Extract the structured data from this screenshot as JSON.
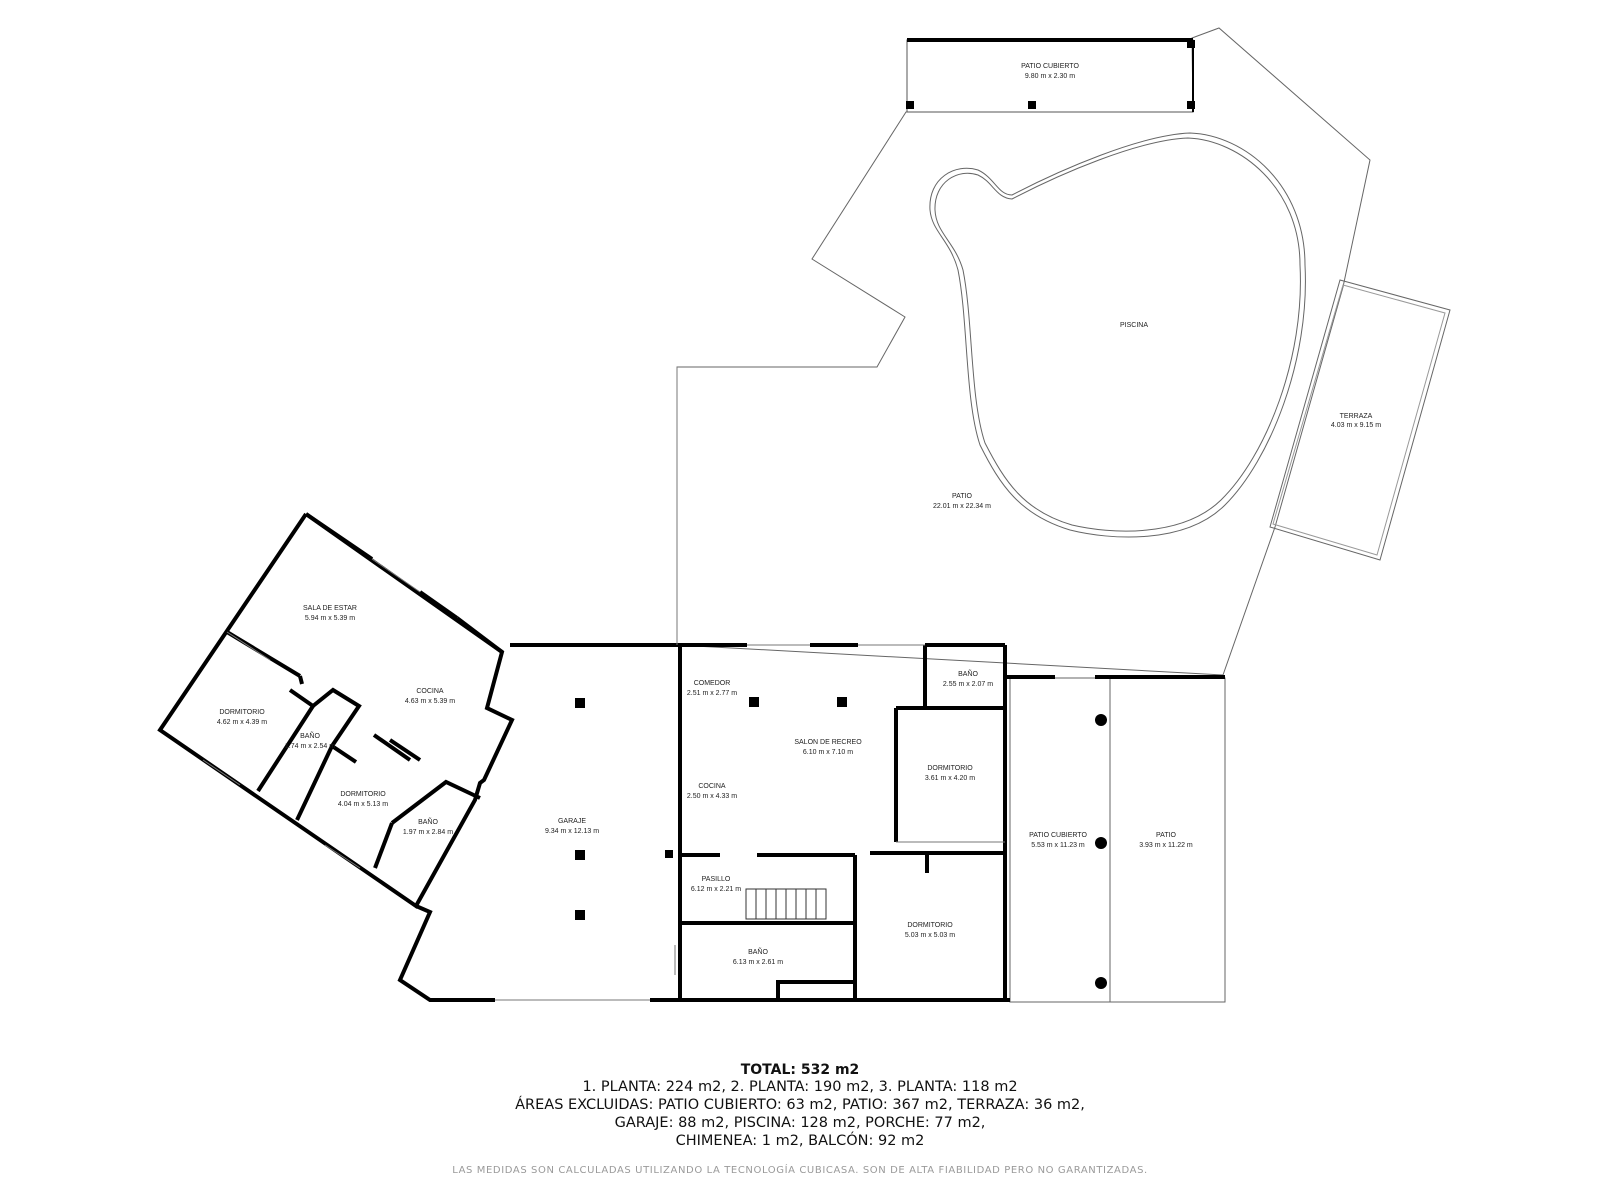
{
  "rooms": {
    "patio_cubierto_top": {
      "name": "PATIO CUBIERTO",
      "dims": "9.80 m x 2.30 m"
    },
    "piscina": {
      "name": "PISCINA"
    },
    "terraza": {
      "name": "TERRAZA",
      "dims": "4.03 m x 9.15 m"
    },
    "patio_main": {
      "name": "PATIO",
      "dims": "22.01 m x 22.34 m"
    },
    "sala_de_estar": {
      "name": "SALA DE ESTAR",
      "dims": "5.94 m x 5.39 m"
    },
    "cocina_left": {
      "name": "COCINA",
      "dims": "4.63 m x 5.39 m"
    },
    "dormitorio_left1": {
      "name": "DORMITORIO",
      "dims": "4.62 m x 4.39 m"
    },
    "bano_left1": {
      "name": "BAÑO",
      "dims": "1.74 m x 2.54 m"
    },
    "dormitorio_left2": {
      "name": "DORMITORIO",
      "dims": "4.04 m x 5.13 m"
    },
    "bano_left2": {
      "name": "BAÑO",
      "dims": "1.97 m x 2.84 m"
    },
    "garaje": {
      "name": "GARAJE",
      "dims": "9.34 m x 12.13 m"
    },
    "comedor": {
      "name": "COMEDOR",
      "dims": "2.51 m x 2.77 m"
    },
    "salon_de_recreo": {
      "name": "SALON DE RECREO",
      "dims": "6.10 m x 7.10 m"
    },
    "cocina_center": {
      "name": "COCINA",
      "dims": "2.50 m x 4.33 m"
    },
    "bano_top": {
      "name": "BAÑO",
      "dims": "2.55 m x 2.07 m"
    },
    "dormitorio_right1": {
      "name": "DORMITORIO",
      "dims": "3.61 m x 4.20 m"
    },
    "pasillo": {
      "name": "PASILLO",
      "dims": "6.12 m x 2.21 m"
    },
    "bano_bottom": {
      "name": "BAÑO",
      "dims": "6.13 m x 2.61 m"
    },
    "dormitorio_right2": {
      "name": "DORMITORIO",
      "dims": "5.03 m x 5.03 m"
    },
    "patio_cubierto_right": {
      "name": "PATIO CUBIERTO",
      "dims": "5.53 m x 11.23 m"
    },
    "patio_right": {
      "name": "PATIO",
      "dims": "3.93 m x 11.22 m"
    }
  },
  "summary": {
    "total": "TOTAL: 532 m2",
    "line1": "1. PLANTA: 224 m2, 2. PLANTA: 190 m2, 3. PLANTA: 118 m2",
    "line2": "ÁREAS EXCLUIDAS: PATIO CUBIERTO: 63 m2, PATIO: 367 m2, TERRAZA: 36 m2,",
    "line3": "GARAJE: 88 m2, PISCINA: 128 m2, PORCHE: 77 m2,",
    "line4": "CHIMENEA: 1 m2, BALCÓN: 92 m2"
  },
  "disclaimer": "LAS MEDIDAS SON CALCULADAS UTILIZANDO LA TECNOLOGÍA CUBICASA. SON DE ALTA FIABILIDAD PERO NO GARANTIZADAS.",
  "colors": {
    "wall": "#000000",
    "thin_line": "#555555",
    "text": "#222222"
  }
}
